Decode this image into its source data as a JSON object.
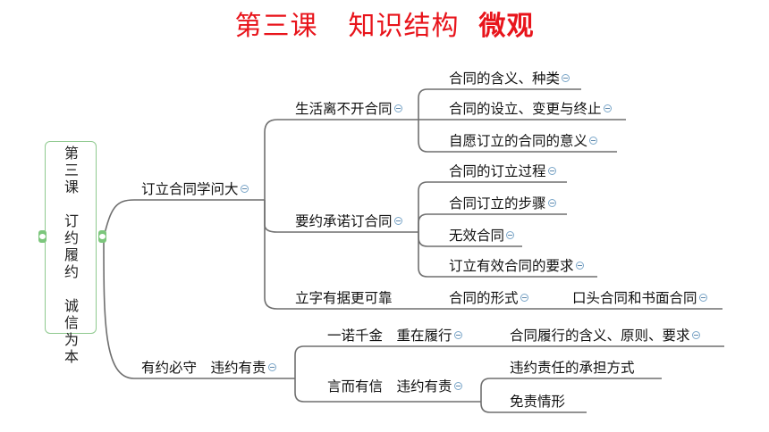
{
  "title": {
    "part1": "第三课",
    "part2": "知识结构",
    "part3": "微观"
  },
  "root": {
    "label": "第三课 订约履约 诚信为本",
    "display": "第\n三\n课\n\n订\n约\n履\n约\n\n诚\n信\n为\n本"
  },
  "branches": {
    "b1": "订立合同学问大",
    "b1_1": "生活离不开合同",
    "b1_1_1": "合同的含义、种类",
    "b1_1_2": "合同的设立、变更与终止",
    "b1_1_3": "自愿订立的合同的意义",
    "b1_2": "要约承诺订合同",
    "b1_2_1": "合同的订立过程",
    "b1_2_2": "合同订立的步骤",
    "b1_2_3": "无效合同",
    "b1_2_4": "订立有效合同的要求",
    "b1_3": "立字有据更可靠",
    "b1_3_1": "合同的形式",
    "b1_3_1_1": "口头合同和书面合同",
    "b2": "有约必守　违约有责",
    "b2_1": "一诺千金　重在履行",
    "b2_1_1": "合同履行的含义、原则、要求",
    "b2_2": "言而有信　违约有责",
    "b2_2_1": "违约责任的承担方式",
    "b2_2_2": "免责情形"
  },
  "colors": {
    "title": "#e8141b",
    "lines": "#6f6f6f",
    "root_border": "#8fc98f"
  }
}
